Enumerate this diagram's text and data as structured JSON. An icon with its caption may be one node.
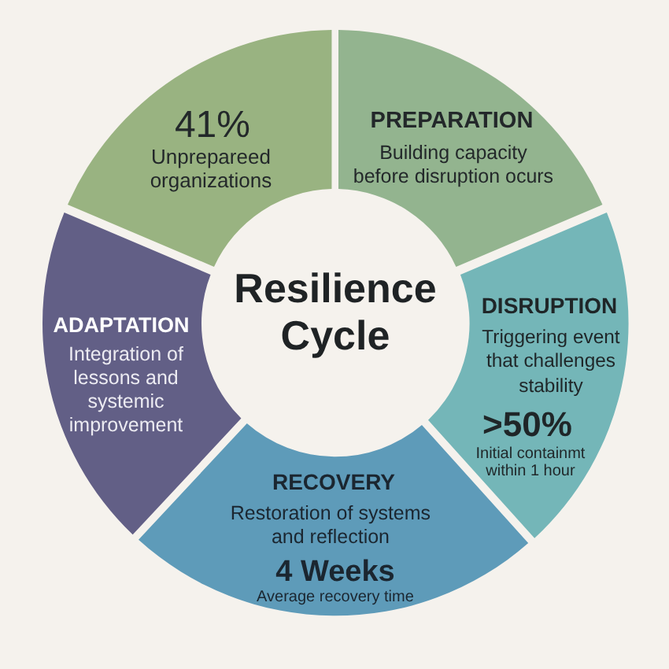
{
  "diagram": {
    "title": "Resilience Cycle",
    "nodes": [
      {
        "text": [
          "41%",
          "Unprepareed organizations"
        ]
      },
      {
        "text": [
          "PREPARATION",
          "Building capacity before disruption ocurs"
        ]
      },
      {
        "text": [
          "DISRUPTION",
          "Triggering event that challenges stability",
          ">50%",
          "Initial containmt within 1 hour"
        ]
      },
      {
        "text": [
          "RECOVERY",
          "Restoration of systems and reflection",
          "4 Weeks",
          "Average recovery time"
        ]
      },
      {
        "text": [
          "ADAPTATION",
          "Integration of lessons and systemic improvement"
        ]
      }
    ]
  }
}
